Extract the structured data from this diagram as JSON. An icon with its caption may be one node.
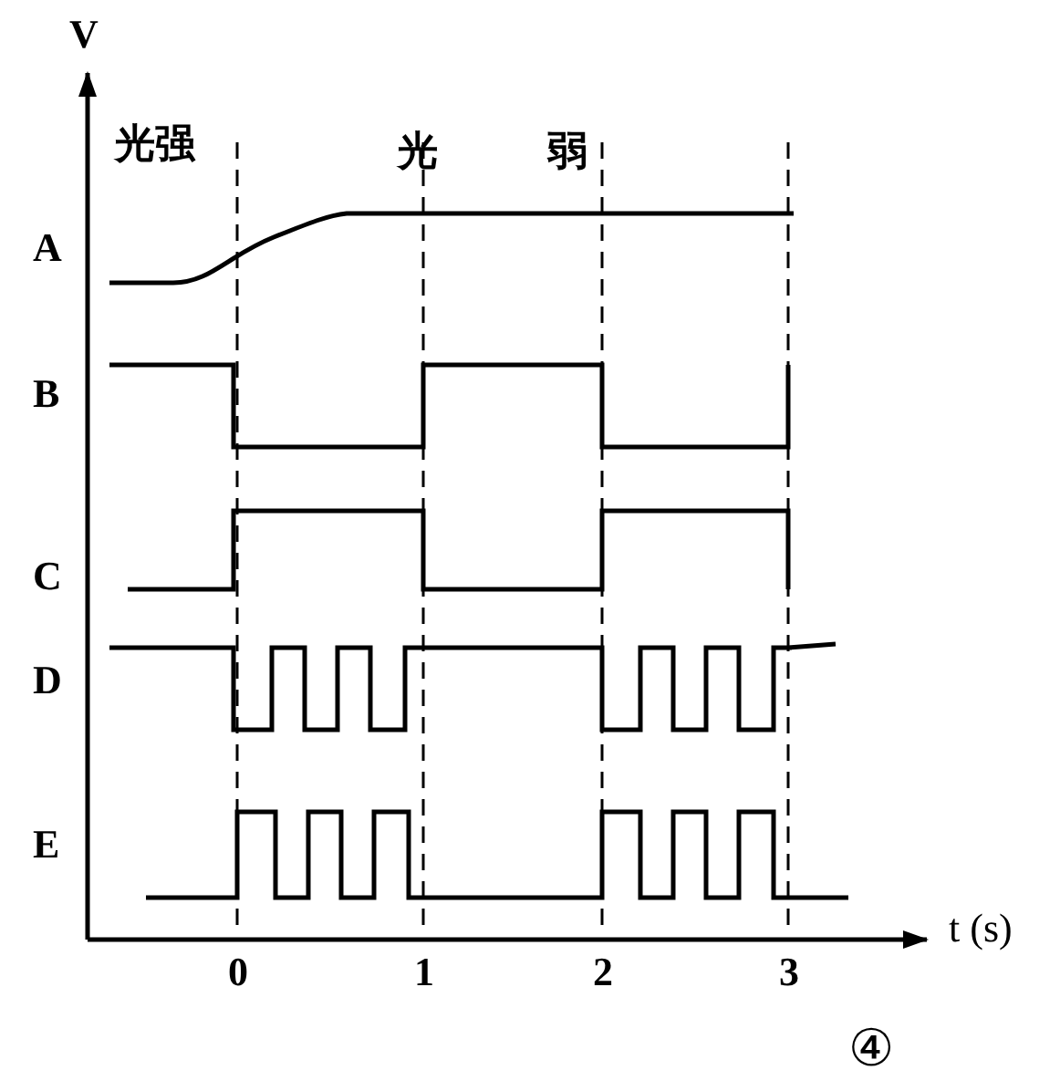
{
  "diagram": {
    "labels": [
      "V",
      "光强",
      "光弱",
      "A",
      "B",
      "C",
      "D",
      "E",
      "0",
      "1",
      "2",
      "3",
      "t (s)",
      "④"
    ]
  }
}
